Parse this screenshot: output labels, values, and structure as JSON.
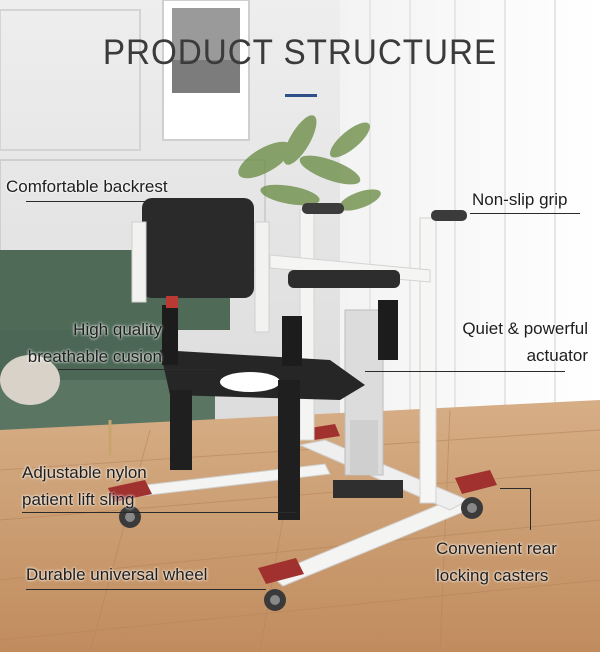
{
  "title": "PRODUCT STRUCTURE",
  "callouts": {
    "backrest": "Comfortable backrest",
    "grip": "Non-slip grip",
    "cushion_1": "High quality",
    "cushion_2": "breathable cusion",
    "actuator_1": "Quiet & powerful",
    "actuator_2": "actuator",
    "sling_1": "Adjustable nylon",
    "sling_2": "patient lift sling",
    "casters_1": "Convenient rear",
    "casters_2": "locking casters",
    "wheel": "Durable universal wheel"
  },
  "colors": {
    "frame": "#f4f4f2",
    "seat": "#2a2a2a",
    "accent_red": "#a0312e",
    "wall_green": "#4f6b58",
    "floor": "#c99a6e",
    "title_underline": "#2e4f8a"
  }
}
